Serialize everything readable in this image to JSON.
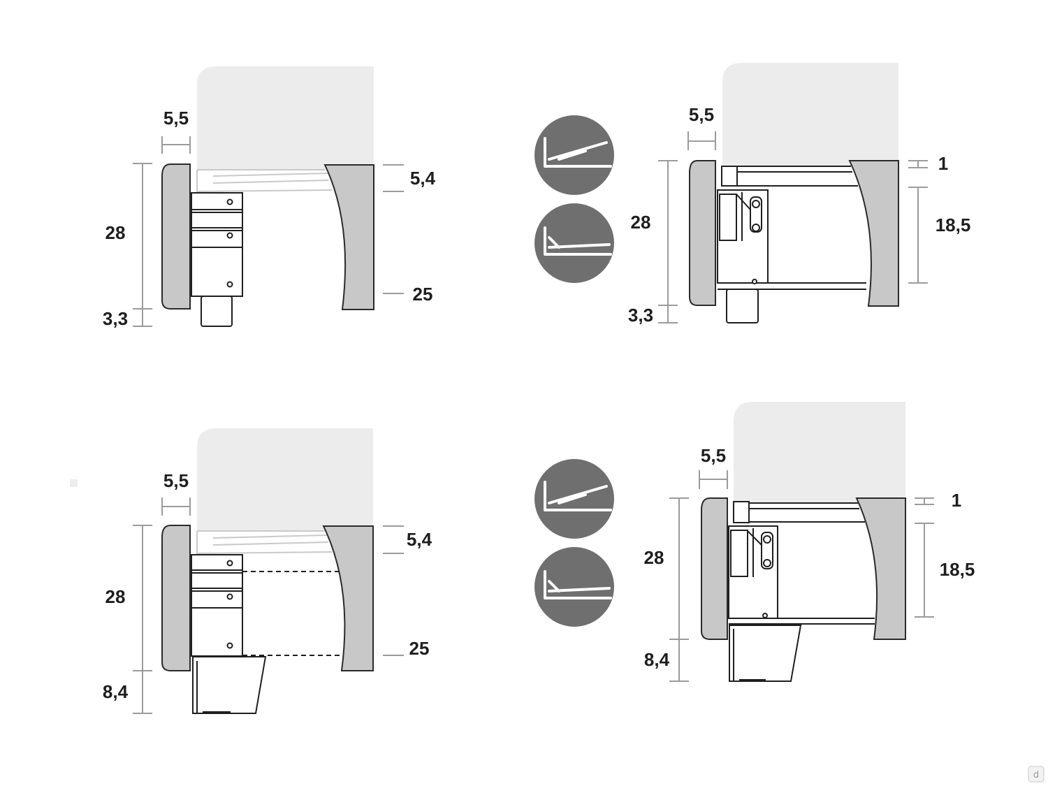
{
  "panels": [
    {
      "id": "top-left",
      "labels": {
        "headboard_width": "5,5",
        "total_height": "28",
        "slat_gap": "5,4",
        "frame_height": "25",
        "foot_height": "3,3"
      }
    },
    {
      "id": "top-right",
      "icons": [
        "bed-lift-raised-icon",
        "bed-lift-lowered-icon"
      ],
      "labels": {
        "headboard_width": "5,5",
        "total_height": "28",
        "top_gap": "1",
        "storage_depth": "18,5",
        "foot_height": "3,3"
      }
    },
    {
      "id": "bottom-left",
      "labels": {
        "headboard_width": "5,5",
        "total_height": "28",
        "slat_gap": "5,4",
        "frame_height": "25",
        "foot_height": "8,4"
      }
    },
    {
      "id": "bottom-right",
      "icons": [
        "bed-lift-raised-icon",
        "bed-lift-lowered-icon"
      ],
      "labels": {
        "headboard_width": "5,5",
        "total_height": "28",
        "top_gap": "1",
        "storage_depth": "18,5",
        "foot_height": "8,4"
      }
    }
  ],
  "watermark": {
    "text": "d",
    "icon": "brand-logo-icon"
  },
  "colors": {
    "mattress": "#ececec",
    "panel": "#c8c8c8",
    "badge": "#6f6f6f",
    "dimension_line": "#9b9b9b"
  }
}
